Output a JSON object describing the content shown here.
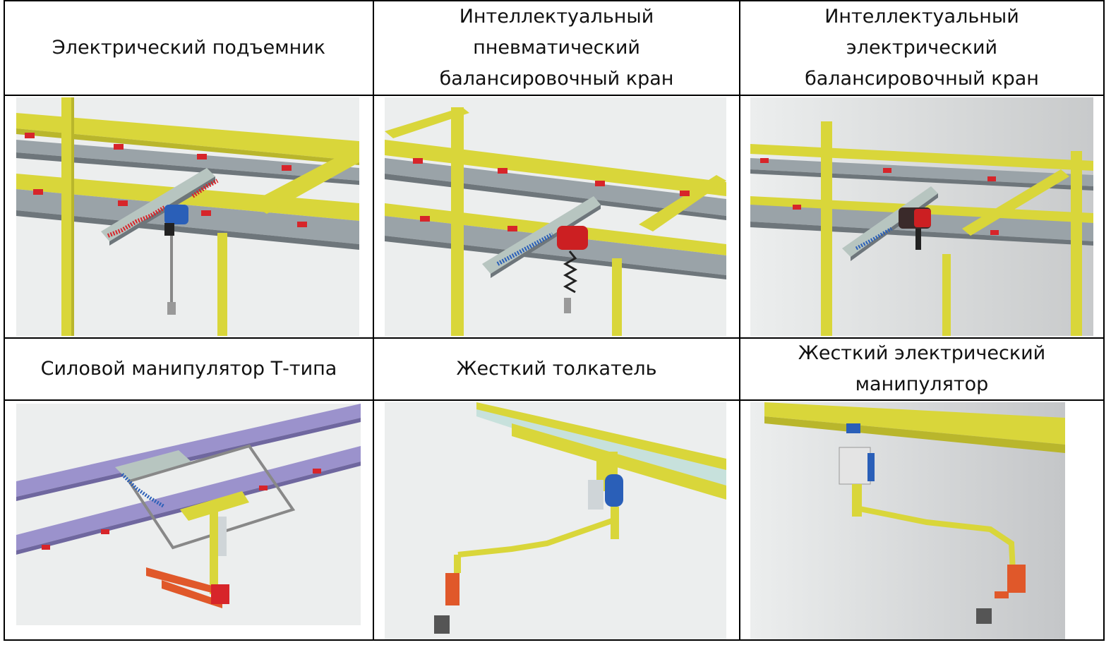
{
  "headers_row1": [
    {
      "lines": [
        "Электрический подъемник"
      ]
    },
    {
      "lines": [
        "Интеллектуальный",
        "пневматический",
        "балансировочный кран"
      ]
    },
    {
      "lines": [
        "Интеллектуальный",
        "электрический",
        "балансировочный кран"
      ]
    }
  ],
  "headers_row2": [
    {
      "lines": [
        "Силовой манипулятор Т-типа"
      ]
    },
    {
      "lines": [
        "Жесткий толкатель"
      ]
    },
    {
      "lines": [
        "Жесткий электрический",
        "манипулятор"
      ]
    }
  ],
  "colors": {
    "frame_yellow": "#d9d63a",
    "rail_gray": "#9aa3a8",
    "clamp_red": "#d7252a",
    "hoist_blue": "#2a5fb8",
    "balancer_red": "#cc1f22",
    "rail_purple": "#9b92cc",
    "tool_orange": "#e0582a"
  }
}
